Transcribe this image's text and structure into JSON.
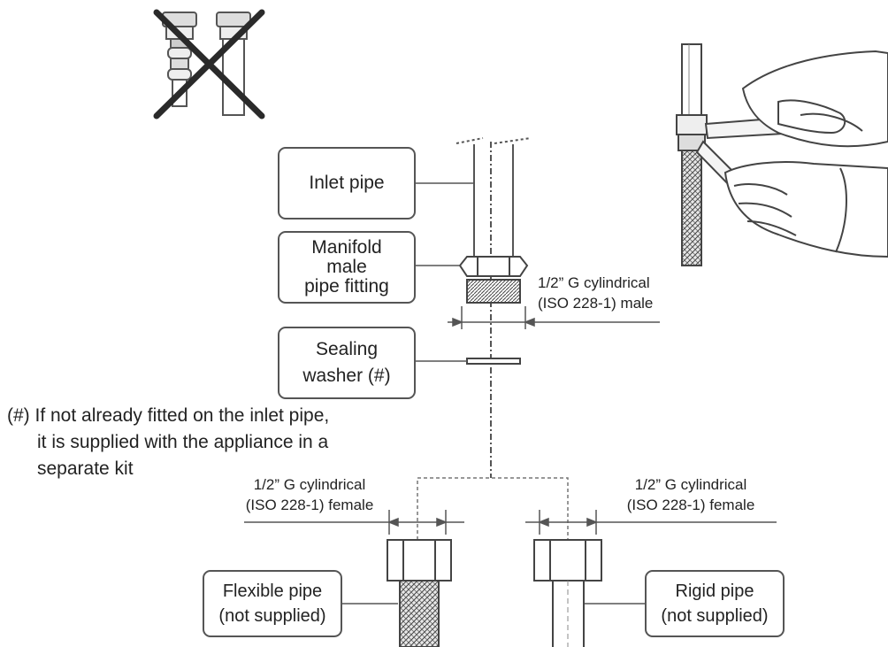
{
  "labels": {
    "inlet_pipe": "Inlet pipe",
    "manifold_line1": "Manifold",
    "manifold_line2": "male",
    "manifold_line3": "pipe fitting",
    "sealing_line1": "Sealing",
    "sealing_line2": "washer (#)",
    "flexible_line1": "Flexible pipe",
    "flexible_line2": "(not supplied)",
    "rigid_line1": "Rigid pipe",
    "rigid_line2": "(not supplied)"
  },
  "dimensions": {
    "male_line1": "1/2” G cylindrical",
    "male_line2": "(ISO 228-1) male",
    "female_left_line1": "1/2” G cylindrical",
    "female_left_line2": "(ISO 228-1) female",
    "female_right_line1": "1/2” G cylindrical",
    "female_right_line2": "(ISO 228-1) female"
  },
  "note": {
    "line1": "(#) If not already fitted on the inlet pipe,",
    "line2": "it is supplied with the appliance in a",
    "line3": "separate kit"
  },
  "icons": [
    "crossed-out-fittings-icon",
    "wrench-tightening-illustration"
  ],
  "colors": {
    "line": "#555555",
    "text": "#222222",
    "cross": "#2a2a2a"
  }
}
